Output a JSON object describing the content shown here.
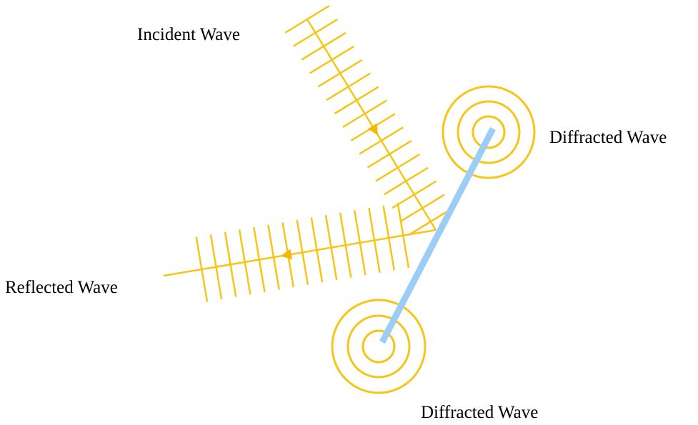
{
  "labels": {
    "incident": "Incident Wave",
    "reflected": "Reflected Wave",
    "diffracted_top": "Diffracted Wave",
    "diffracted_bottom": "Diffracted Wave"
  },
  "colors": {
    "wave": "#f5c518",
    "arrow": "#f5b800",
    "obstacle": "#9ccdf7",
    "text": "#000000"
  },
  "elements": {
    "incident_wave_ray": "incident-wave-ray",
    "reflected_wave_ray": "reflected-wave-ray",
    "obstacle_edge": "obstacle-edge",
    "diffraction_source_top": "diffraction-rings-top",
    "diffraction_source_bottom": "diffraction-rings-bottom"
  }
}
